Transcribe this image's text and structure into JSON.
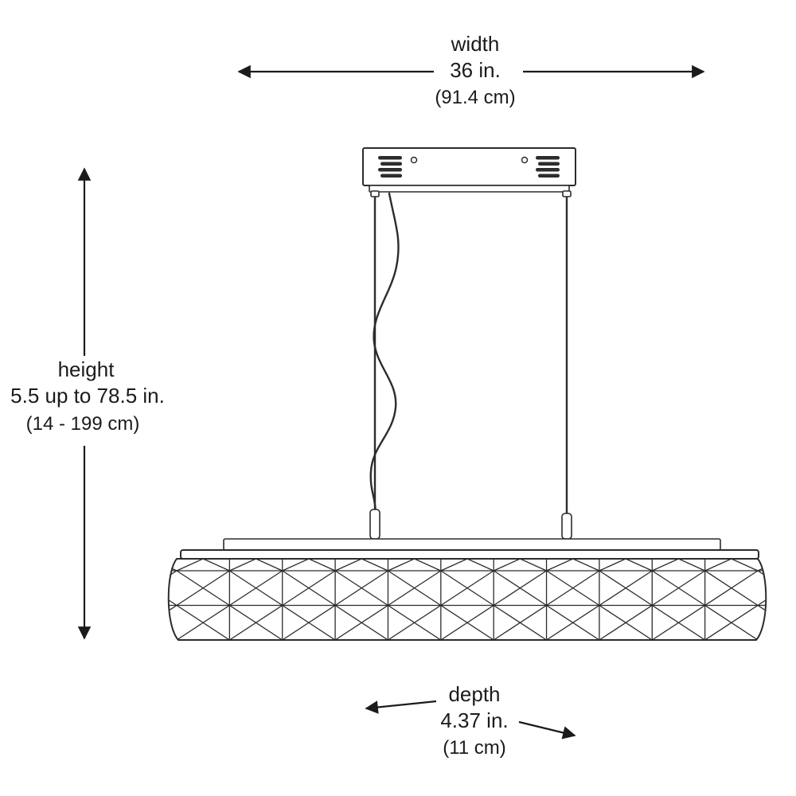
{
  "dimensions": {
    "width": {
      "label": "width",
      "value": "36 in.",
      "metric": "(91.4 cm)"
    },
    "height": {
      "label": "height",
      "value": "5.5 up to 78.5 in.",
      "metric": "(14 - 199 cm)"
    },
    "depth": {
      "label": "depth",
      "value": "4.37 in.",
      "metric": "(11 cm)"
    }
  },
  "colors": {
    "line": "#2c2c2c",
    "text": "#1b1b1b",
    "background": "#ffffff"
  }
}
